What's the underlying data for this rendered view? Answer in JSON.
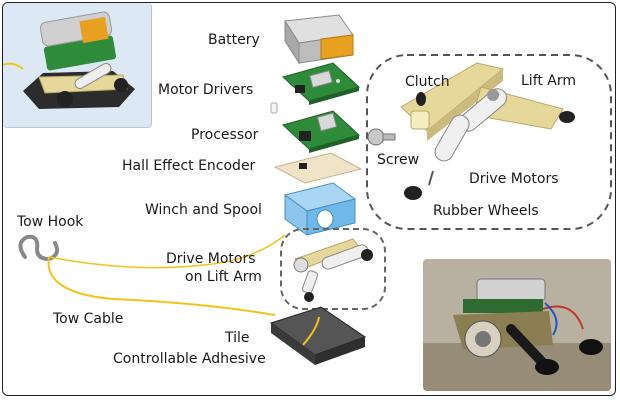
{
  "labels": {
    "battery": "Battery",
    "motor_drivers": "Motor Drivers",
    "processor": "Processor",
    "hall_effect_encoder": "Hall Effect Encoder",
    "winch_and_spool": "Winch and Spool",
    "drive_motors_on_lift_arm_line1": "Drive Motors",
    "drive_motors_on_lift_arm_line2": "on Lift Arm",
    "tow_hook": "Tow Hook",
    "tow_cable": "Tow Cable",
    "tile": "Tile",
    "controllable_adhesive": "Controllable Adhesive",
    "clutch": "Clutch",
    "lift_arm": "Lift Arm",
    "screw": "Screw",
    "drive_motors": "Drive Motors",
    "rubber_wheels": "Rubber Wheels"
  },
  "colors": {
    "pcb_green": "#2e8b3a",
    "battery_silver": "#c8c8c8",
    "battery_tape": "#e8a020",
    "winch_blue": "#6fb8e8",
    "lift_arm_tan": "#e6d79a",
    "cable_yellow": "#f2c418",
    "inset_bg": "#dce9f5",
    "tile_dark": "#3a3a3a"
  }
}
